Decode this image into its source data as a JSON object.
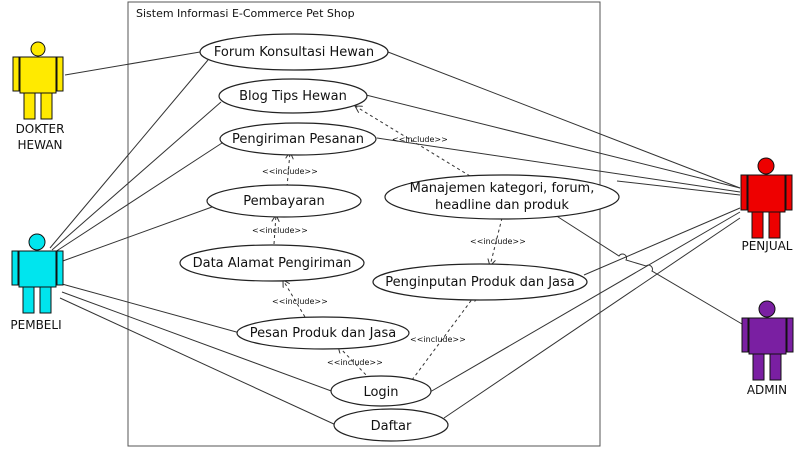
{
  "system": {
    "title": "Sistem Informasi E-Commerce Pet Shop"
  },
  "actors": {
    "dokter": {
      "label_line1": "DOKTER",
      "label_line2": "HEWAN",
      "color": "#ffea00"
    },
    "pembeli": {
      "label": "PEMBELI",
      "color": "#00e5ee"
    },
    "penjual": {
      "label": "PENJUAL",
      "color": "#ee0000"
    },
    "admin": {
      "label": "ADMIN",
      "color": "#7a1fa2"
    }
  },
  "use_cases": {
    "forum": "Forum Konsultasi Hewan",
    "blog": "Blog Tips Hewan",
    "pengiriman": "Pengiriman Pesanan",
    "pembayaran": "Pembayaran",
    "data_alamat": "Data Alamat Pengiriman",
    "pesan": "Pesan Produk dan Jasa",
    "login": "Login",
    "daftar": "Daftar",
    "manajemen_line1": "Manajemen kategori, forum,",
    "manajemen_line2": "headline dan produk",
    "penginputan": "Penginputan Produk dan Jasa"
  },
  "include_labels": {
    "blog_manajemen": "<<include>>",
    "pembayaran_pengiriman": "<<include>>",
    "alamat_pembayaran": "<<include>>",
    "manajemen_penginputan": "<<include>>",
    "pesan_alamat": "<<include>>",
    "login_pesan": "<<include>>",
    "login_penginputan": "<<include>>"
  }
}
